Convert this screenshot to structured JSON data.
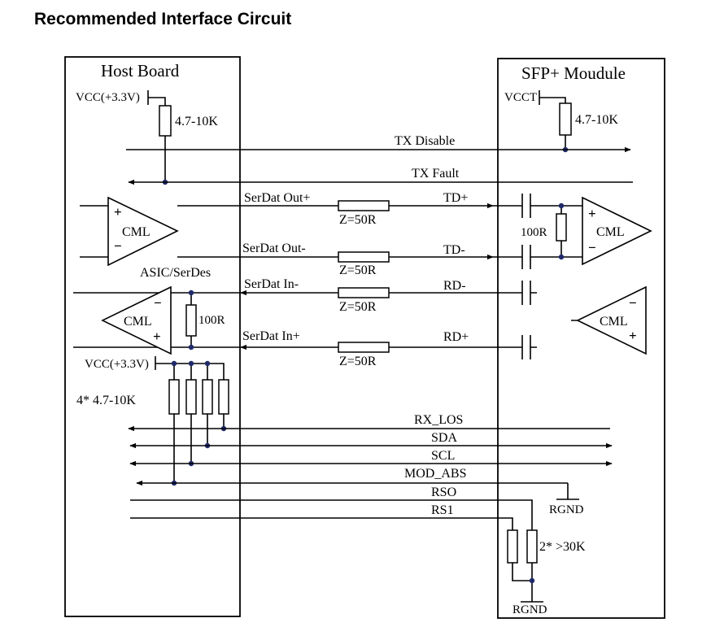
{
  "title": "Recommended Interface Circuit",
  "host": {
    "title": "Host Board",
    "vcc_top": "VCC(+3.3V)",
    "res_top": "4.7-10K",
    "asic": "ASIC/SerDes",
    "cml": "CML",
    "res_100r": "100R",
    "vcc_bottom": "VCC(+3.3V)",
    "res_4x": "4* 4.7-10K"
  },
  "module": {
    "title": "SFP+ Moudule",
    "vcct": "VCCT",
    "res_top": "4.7-10K",
    "res_100r": "100R",
    "cml": "CML",
    "res_2x": "2* >30K",
    "rgnd": "RGND"
  },
  "signals": {
    "tx_disable": "TX Disable",
    "tx_fault": "TX Fault",
    "serdat_out_p": "SerDat Out+",
    "serdat_out_n": "SerDat Out-",
    "serdat_in_n": "SerDat In-",
    "serdat_in_p": "SerDat In+",
    "td_p": "TD+",
    "td_n": "TD-",
    "rd_n": "RD-",
    "rd_p": "RD+",
    "z": "Z=50R",
    "rx_los": "RX_LOS",
    "sda": "SDA",
    "scl": "SCL",
    "mod_abs": "MOD_ABS",
    "rs0": "RSO",
    "rs1": "RS1"
  },
  "symbols": {
    "plus": "+",
    "minus": "−"
  }
}
